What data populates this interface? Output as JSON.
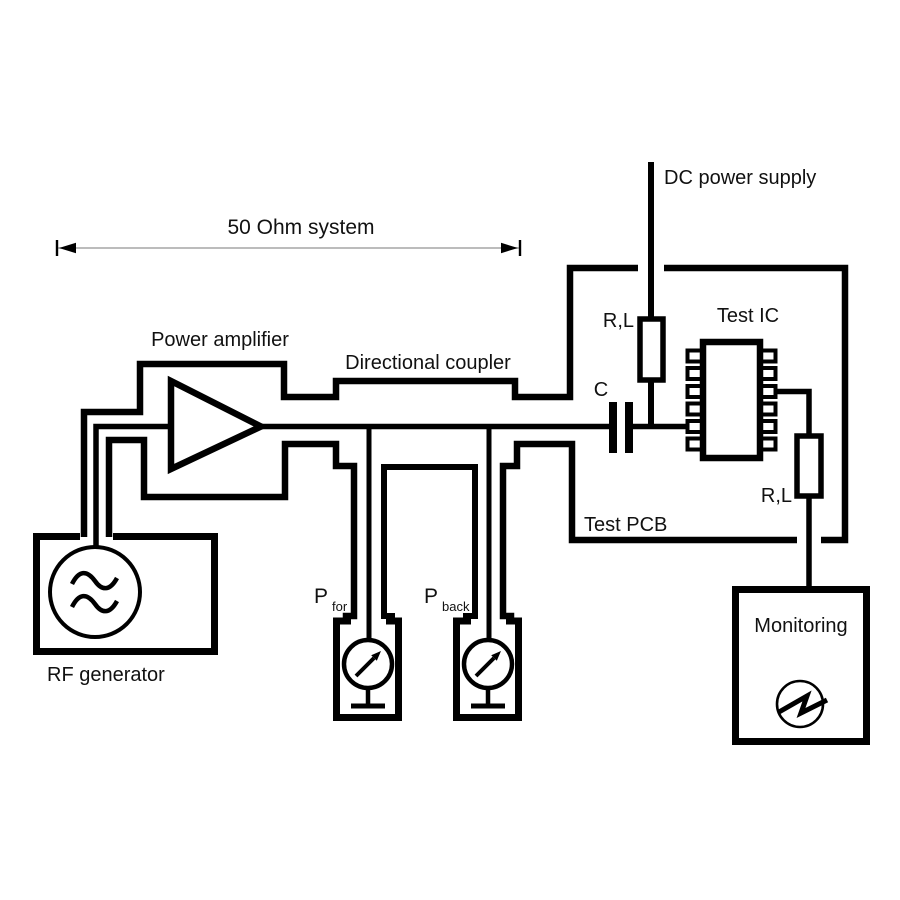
{
  "page": {
    "background_color": "#ffffff",
    "line_color": "#000000",
    "dimension_line_color": "#a6a6a6"
  },
  "diagram": {
    "labels": {
      "system_span": "50 Ohm system",
      "dc_supply": "DC power supply",
      "power_amplifier": "Power amplifier",
      "directional_coupler": "Directional coupler",
      "supply_filter_rl": "R,L",
      "test_ic": "Test IC",
      "dc_block_capacitor": "C",
      "test_pcb": "Test PCB",
      "monitor_filter_rl": "R,L",
      "monitoring": "Monitoring",
      "rf_generator": "RF generator",
      "forward_power_symbol": "P",
      "forward_power_subscript": "for",
      "backward_power_symbol": "P",
      "backward_power_subscript": "back"
    },
    "blocks": [
      "rf-generator",
      "power-amplifier",
      "directional-coupler",
      "forward-power-meter",
      "backward-power-meter",
      "test-pcb",
      "test-ic",
      "monitoring"
    ]
  }
}
